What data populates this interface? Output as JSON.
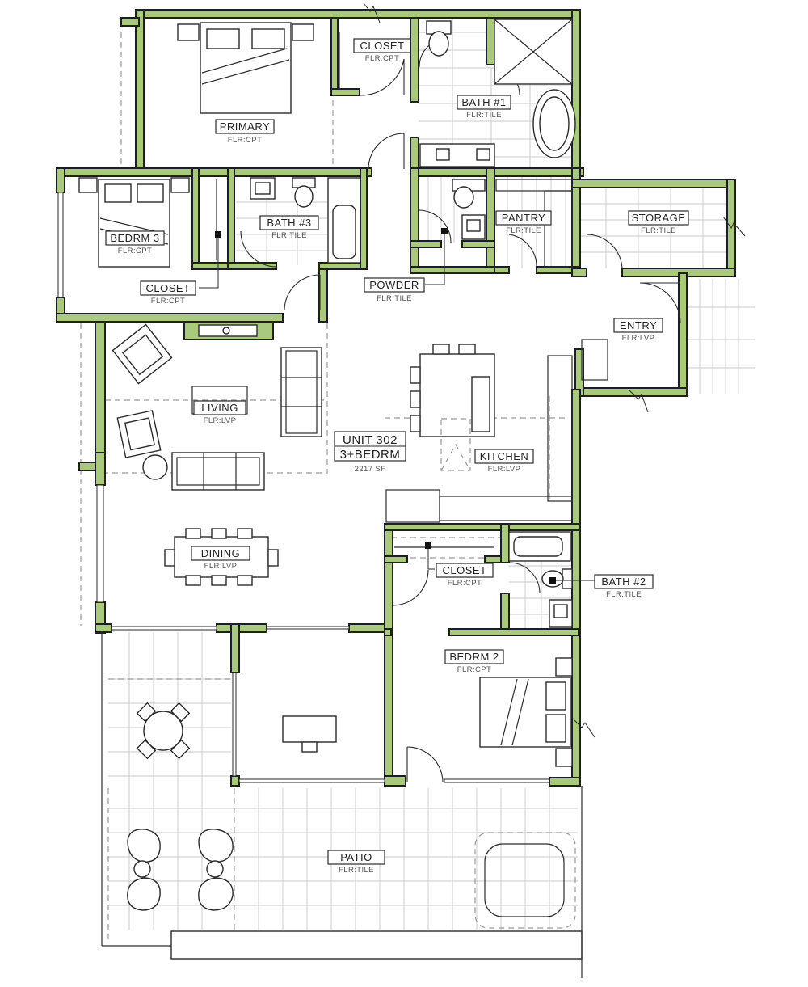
{
  "unit": {
    "line1": "UNIT 302",
    "line2": "3+BEDRM",
    "area": "2217 SF"
  },
  "rooms": {
    "primary": {
      "name": "PRIMARY",
      "floor": "FLR:CPT"
    },
    "closet_primary": {
      "name": "CLOSET",
      "floor": "FLR:CPT"
    },
    "bath1": {
      "name": "BATH #1",
      "floor": "FLR:TILE"
    },
    "bedrm3": {
      "name": "BEDRM 3",
      "floor": "FLR:CPT"
    },
    "bath3": {
      "name": "BATH #3",
      "floor": "FLR:TILE"
    },
    "closet3": {
      "name": "CLOSET",
      "floor": "FLR:CPT"
    },
    "powder": {
      "name": "POWDER",
      "floor": "FLR:TILE"
    },
    "pantry": {
      "name": "PANTRY",
      "floor": "FLR:TILE"
    },
    "storage": {
      "name": "STORAGE",
      "floor": "FLR:TILE"
    },
    "entry": {
      "name": "ENTRY",
      "floor": "FLR:LVP"
    },
    "living": {
      "name": "LIVING",
      "floor": "FLR:LVP"
    },
    "kitchen": {
      "name": "KITCHEN",
      "floor": "FLR:LVP"
    },
    "dining": {
      "name": "DINING",
      "floor": "FLR:LVP"
    },
    "closet2": {
      "name": "CLOSET",
      "floor": "FLR:CPT"
    },
    "bath2": {
      "name": "BATH #2",
      "floor": "FLR:TILE"
    },
    "bedrm2": {
      "name": "BEDRM 2",
      "floor": "FLR:CPT"
    },
    "patio": {
      "name": "PATIO",
      "floor": "FLR:TILE"
    }
  },
  "colors": {
    "wall_fill": "#a9c97f",
    "wall_outline": "#1f1f1f",
    "tile_lines": "#c9c9c9"
  }
}
